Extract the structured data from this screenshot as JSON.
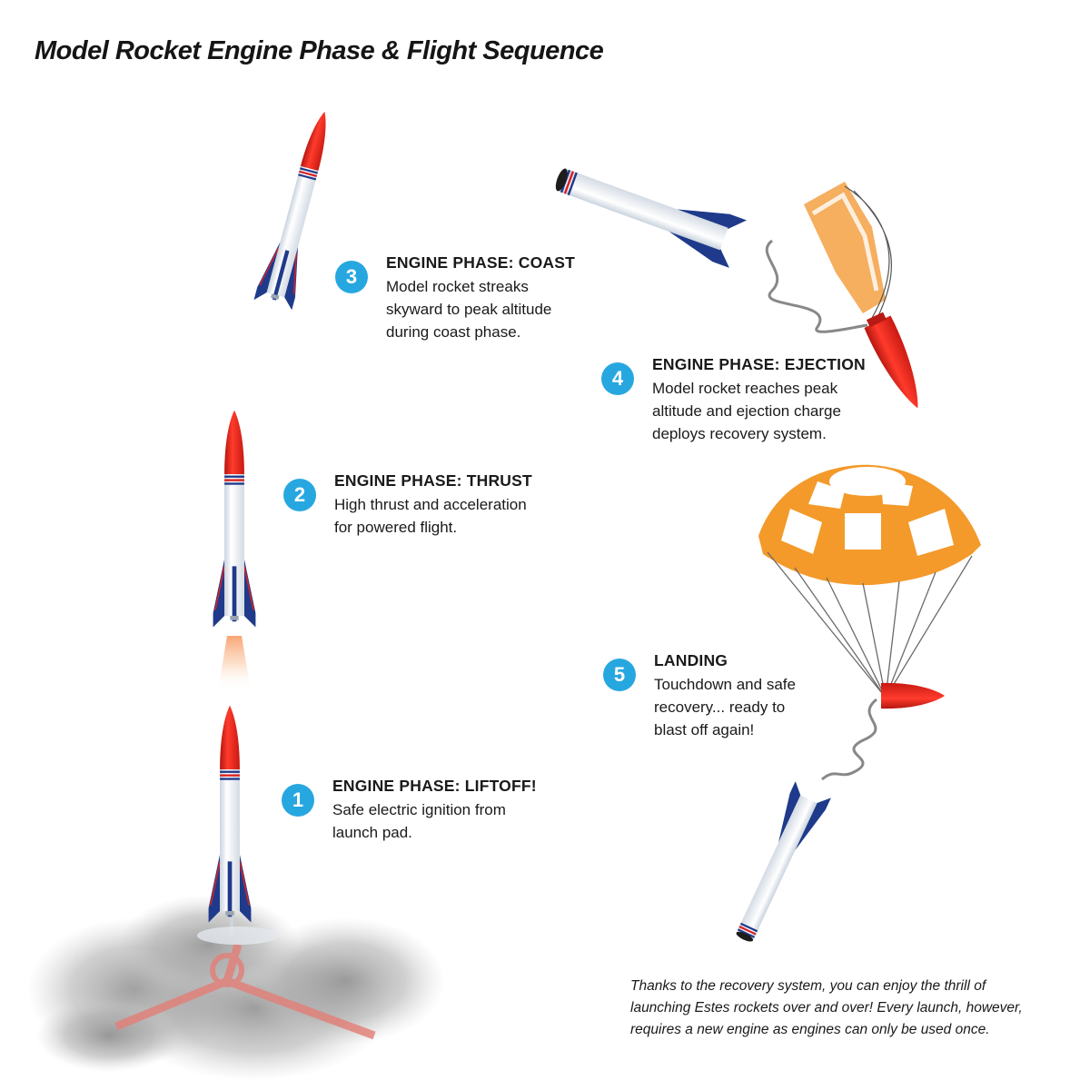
{
  "title": "Model Rocket Engine Phase & Flight Sequence",
  "steps": [
    {
      "number": "1",
      "title": "ENGINE PHASE: LIFTOFF!",
      "lines": [
        "Safe electric ignition from",
        "launch pad."
      ]
    },
    {
      "number": "2",
      "title": "ENGINE PHASE: THRUST",
      "lines": [
        "High thrust and acceleration",
        "for powered flight."
      ]
    },
    {
      "number": "3",
      "title": "ENGINE PHASE: COAST",
      "lines": [
        "Model rocket streaks",
        "skyward to peak altitude",
        "during coast phase."
      ]
    },
    {
      "number": "4",
      "title": "ENGINE PHASE: EJECTION",
      "lines": [
        "Model rocket reaches peak",
        "altitude and ejection charge",
        "deploys recovery system."
      ]
    },
    {
      "number": "5",
      "title": "LANDING",
      "lines": [
        "Touchdown and safe",
        "recovery... ready to",
        "blast off again!"
      ]
    }
  ],
  "footnote": {
    "lines": [
      "Thanks to the recovery system, you can enjoy the thrill of",
      "launching Estes rockets over and over! Every launch, however,",
      "requires a new engine as engines can only be used once."
    ]
  },
  "colors": {
    "badge": "#27a7e0",
    "nose": "#e8231f",
    "fin": "#1f3a8a",
    "body": "#f6f8fb",
    "parachute": "#f39a2b"
  },
  "icons": [
    "rocket-icon",
    "launch-pad-icon",
    "smoke-cloud-icon",
    "parachute-icon",
    "streamer-icon",
    "nose-cone-icon"
  ]
}
